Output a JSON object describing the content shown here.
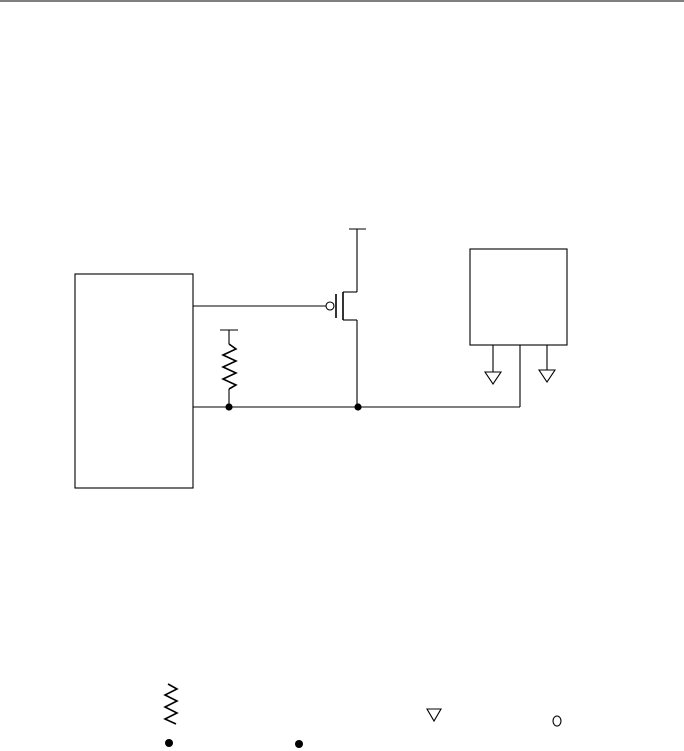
{
  "page": {
    "title": ""
  },
  "diagram": {
    "kind": "circuit-schematic",
    "components": [
      {
        "id": "left-block",
        "type": "rectangle"
      },
      {
        "id": "right-block",
        "type": "rectangle"
      },
      {
        "id": "transistor",
        "type": "p-channel-mosfet-icon"
      },
      {
        "id": "pullup-resistor",
        "type": "zigzag-resistor-icon"
      },
      {
        "id": "ground-1",
        "type": "ground-triangle-icon"
      },
      {
        "id": "ground-2",
        "type": "ground-triangle-icon"
      },
      {
        "id": "junction-1",
        "type": "junction-dot-icon"
      },
      {
        "id": "junction-2",
        "type": "junction-dot-icon"
      }
    ]
  },
  "legend": {
    "symbols": [
      "resistor-icon",
      "junction-dot-icon",
      "junction-dot-icon",
      "ground-triangle-icon",
      "open-circle-icon"
    ]
  }
}
